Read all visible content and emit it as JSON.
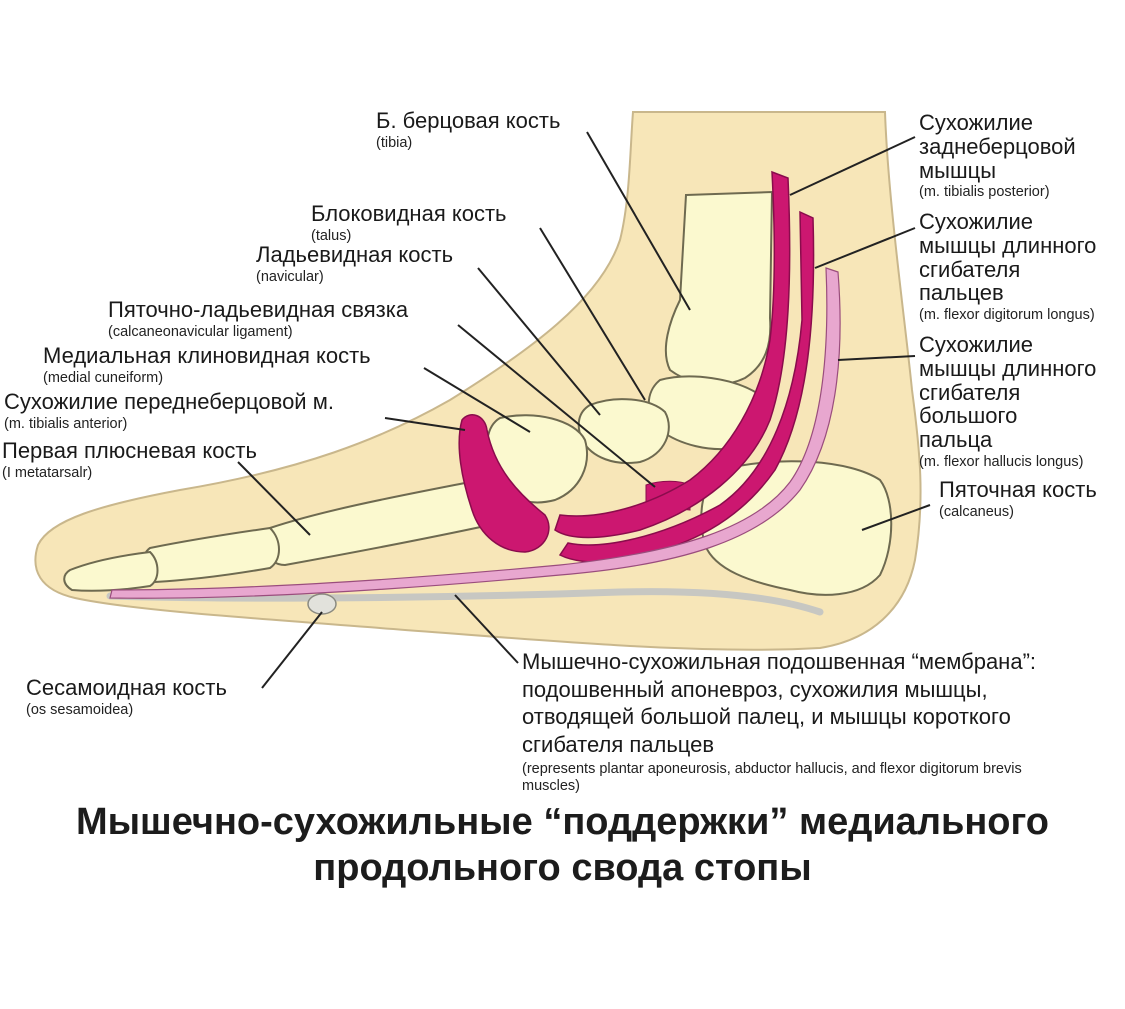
{
  "colors": {
    "skin": "#f7e6b8",
    "skin_outline": "#c9b78c",
    "bone": "#fbf9cf",
    "bone_outline": "#6e6a50",
    "muscle": "#cc1770",
    "tendon_pale": "#e8a7cf",
    "fascia": "#c7c7c2",
    "text": "#1a1a1a"
  },
  "labels": {
    "tibia": {
      "ru": "Б. берцовая кость",
      "en": "(tibia)"
    },
    "talus": {
      "ru": "Блоковидная кость",
      "en": "(talus)"
    },
    "navicular": {
      "ru": "Ладьевидная кость",
      "en": "(navicular)"
    },
    "calcnav": {
      "ru": "Пяточно-ладьевидная связка",
      "en": "(calcaneonavicular ligament)"
    },
    "cuneiform": {
      "ru": "Медиальная клиновидная кость",
      "en": "(medial cuneiform)"
    },
    "tib_ant": {
      "ru": "Сухожилие переднеберцовой м.",
      "en": "(m. tibialis anterior)"
    },
    "metatarsal": {
      "ru": "Первая плюсневая кость",
      "en": "(I metatarsalr)"
    },
    "tib_post": {
      "ru": "Сухожилие\nзаднеберцовой\nмышцы",
      "en": "(m. tibialis posterior)"
    },
    "fdl": {
      "ru": "Сухожилие\nмышцы длинного\nсгибателя\nпальцев",
      "en": "(m. flexor digitorum longus)"
    },
    "fhl": {
      "ru": "Сухожилие\nмышцы длинного\nсгибателя\nбольшого\nпальца",
      "en": "(m. flexor hallucis longus)"
    },
    "calcaneus": {
      "ru": "Пяточная кость",
      "en": "(calcaneus)"
    },
    "sesamoid": {
      "ru": "Сесамоидная кость",
      "en": "(os sesamoidea)"
    },
    "membrane": {
      "ru": "Мышечно-сухожильная подошвенная “мембрана”:\nподошвенный апоневроз, сухожилия мышцы,\nотводящей большой палец, и мышцы короткого\nсгибателя пальцев",
      "en": "(represents plantar aponeurosis, abductor hallucis, and flexor digitorum brevis\nmuscles)"
    }
  },
  "title": {
    "line1": "Мышечно-сухожильные “поддержки” медиального",
    "line2": "продольного свода стопы"
  }
}
